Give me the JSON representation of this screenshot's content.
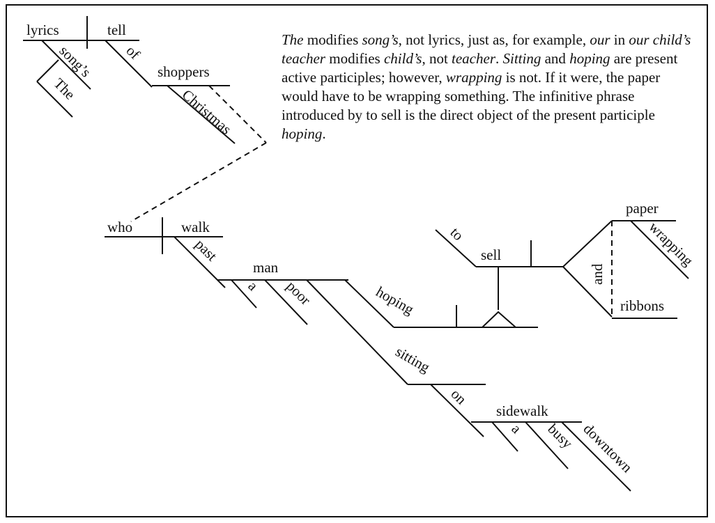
{
  "words": {
    "lyrics": "lyrics",
    "tell": "tell",
    "songs": "song’s",
    "the": "The",
    "of": "of",
    "shoppers": "shoppers",
    "christmas": "Christmas",
    "who": "who",
    "walk": "walk",
    "past": "past",
    "man": "man",
    "a1": "a",
    "poor": "poor",
    "hoping": "hoping",
    "sitting": "sitting",
    "on": "on",
    "sidewalk": "sidewalk",
    "a2": "a",
    "busy": "busy",
    "downtown": "downtown",
    "to": "to",
    "sell": "sell",
    "paper": "paper",
    "wrapping": "wrapping",
    "and": "and",
    "ribbons": "ribbons"
  },
  "note": {
    "p1": "The",
    "p2": " modifies ",
    "p3": "song’s",
    "p4": ", not lyrics, just as, for example, ",
    "p5": "our",
    "p6": " in ",
    "p7": "our child’s teacher",
    "p8": " modifies ",
    "p9": "child’s",
    "p10": ", not ",
    "p11": "teacher",
    "p12": ". ",
    "p13": "Sitting",
    "p14": " and ",
    "p15": "hoping",
    "p16": " are present active participles; however, ",
    "p17": "wrapping",
    "p18": " is not. If it were, the paper would have to be wrapping something. The infinitive phrase introduced by to sell is the direct object of the present participle ",
    "p19": "hoping",
    "p20": "."
  }
}
